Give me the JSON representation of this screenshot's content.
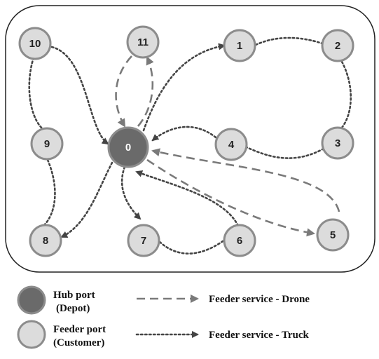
{
  "nodes": {
    "hub": "0",
    "n1": "1",
    "n2": "2",
    "n3": "3",
    "n4": "4",
    "n5": "5",
    "n6": "6",
    "n7": "7",
    "n8": "8",
    "n9": "9",
    "n10": "10",
    "n11": "11"
  },
  "legend": {
    "hub_line1": "Hub port",
    "hub_line2": "(Depot)",
    "feeder_line1": "Feeder port",
    "feeder_line2": "(Customer)",
    "drone": "Feeder service - Drone",
    "truck": "Feeder service - Truck"
  },
  "colors": {
    "hub_fill": "#6a6a6a",
    "feeder_fill": "#dcdcdc",
    "node_stroke": "#8c8c8c",
    "truck_line": "#444444",
    "drone_line": "#7a7a7a"
  }
}
